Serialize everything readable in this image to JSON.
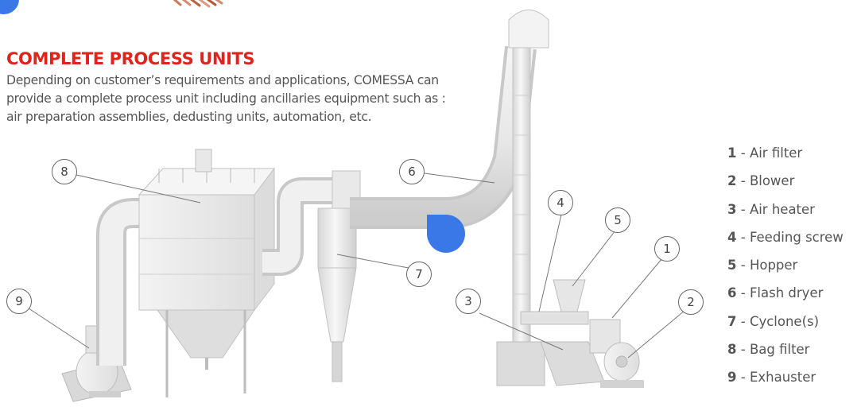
{
  "header": {
    "title": "COMPLETE PROCESS UNITS",
    "description_lines": [
      "Depending on customer’s requirements and applications, COMESSA can",
      "provide a complete process unit including ancillaries equipment such as :",
      "air preparation assemblies, dedusting units, automation, etc."
    ]
  },
  "legend": [
    {
      "num": "1",
      "label": "Air filter"
    },
    {
      "num": "2",
      "label": "Blower"
    },
    {
      "num": "3",
      "label": "Air heater"
    },
    {
      "num": "4",
      "label": "Feeding screw"
    },
    {
      "num": "5",
      "label": "Hopper"
    },
    {
      "num": "6",
      "label": "Flash dryer"
    },
    {
      "num": "7",
      "label": "Cyclone(s)"
    },
    {
      "num": "8",
      "label": "Bag filter"
    },
    {
      "num": "9",
      "label": "Exhauster"
    }
  ],
  "callouts": {
    "c1": "1",
    "c2": "2",
    "c3": "3",
    "c4": "4",
    "c5": "5",
    "c6": "6",
    "c7": "7",
    "c8": "8",
    "c9": "9"
  },
  "colors": {
    "title_red": "#e2231a",
    "accent_blue": "#3b78e7",
    "text_gray": "#555555",
    "equipment_fill": "#ececec",
    "equipment_stroke": "#c4c4c4"
  },
  "icons": [
    "decorative-circle",
    "decorative-stripes"
  ]
}
